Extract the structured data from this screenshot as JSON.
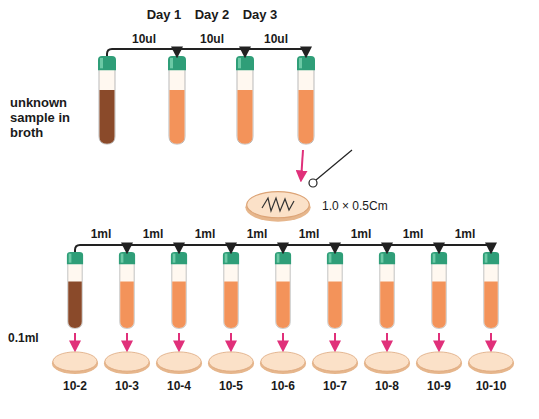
{
  "diagram": {
    "labels": [
      "Day 1",
      "Day 2",
      "Day 3",
      "10ul",
      "10ul",
      "10ul",
      "unknown sample in broth",
      "1.0 × 0.5Cm",
      "1ml",
      "1ml",
      "1ml",
      "1ml",
      "1ml",
      "1ml",
      "1ml",
      "1ml",
      "0.1ml",
      "10-2",
      "10-3",
      "10-4",
      "10-5",
      "10-6",
      "10-7",
      "10-8",
      "10-9",
      "10-10"
    ]
  }
}
